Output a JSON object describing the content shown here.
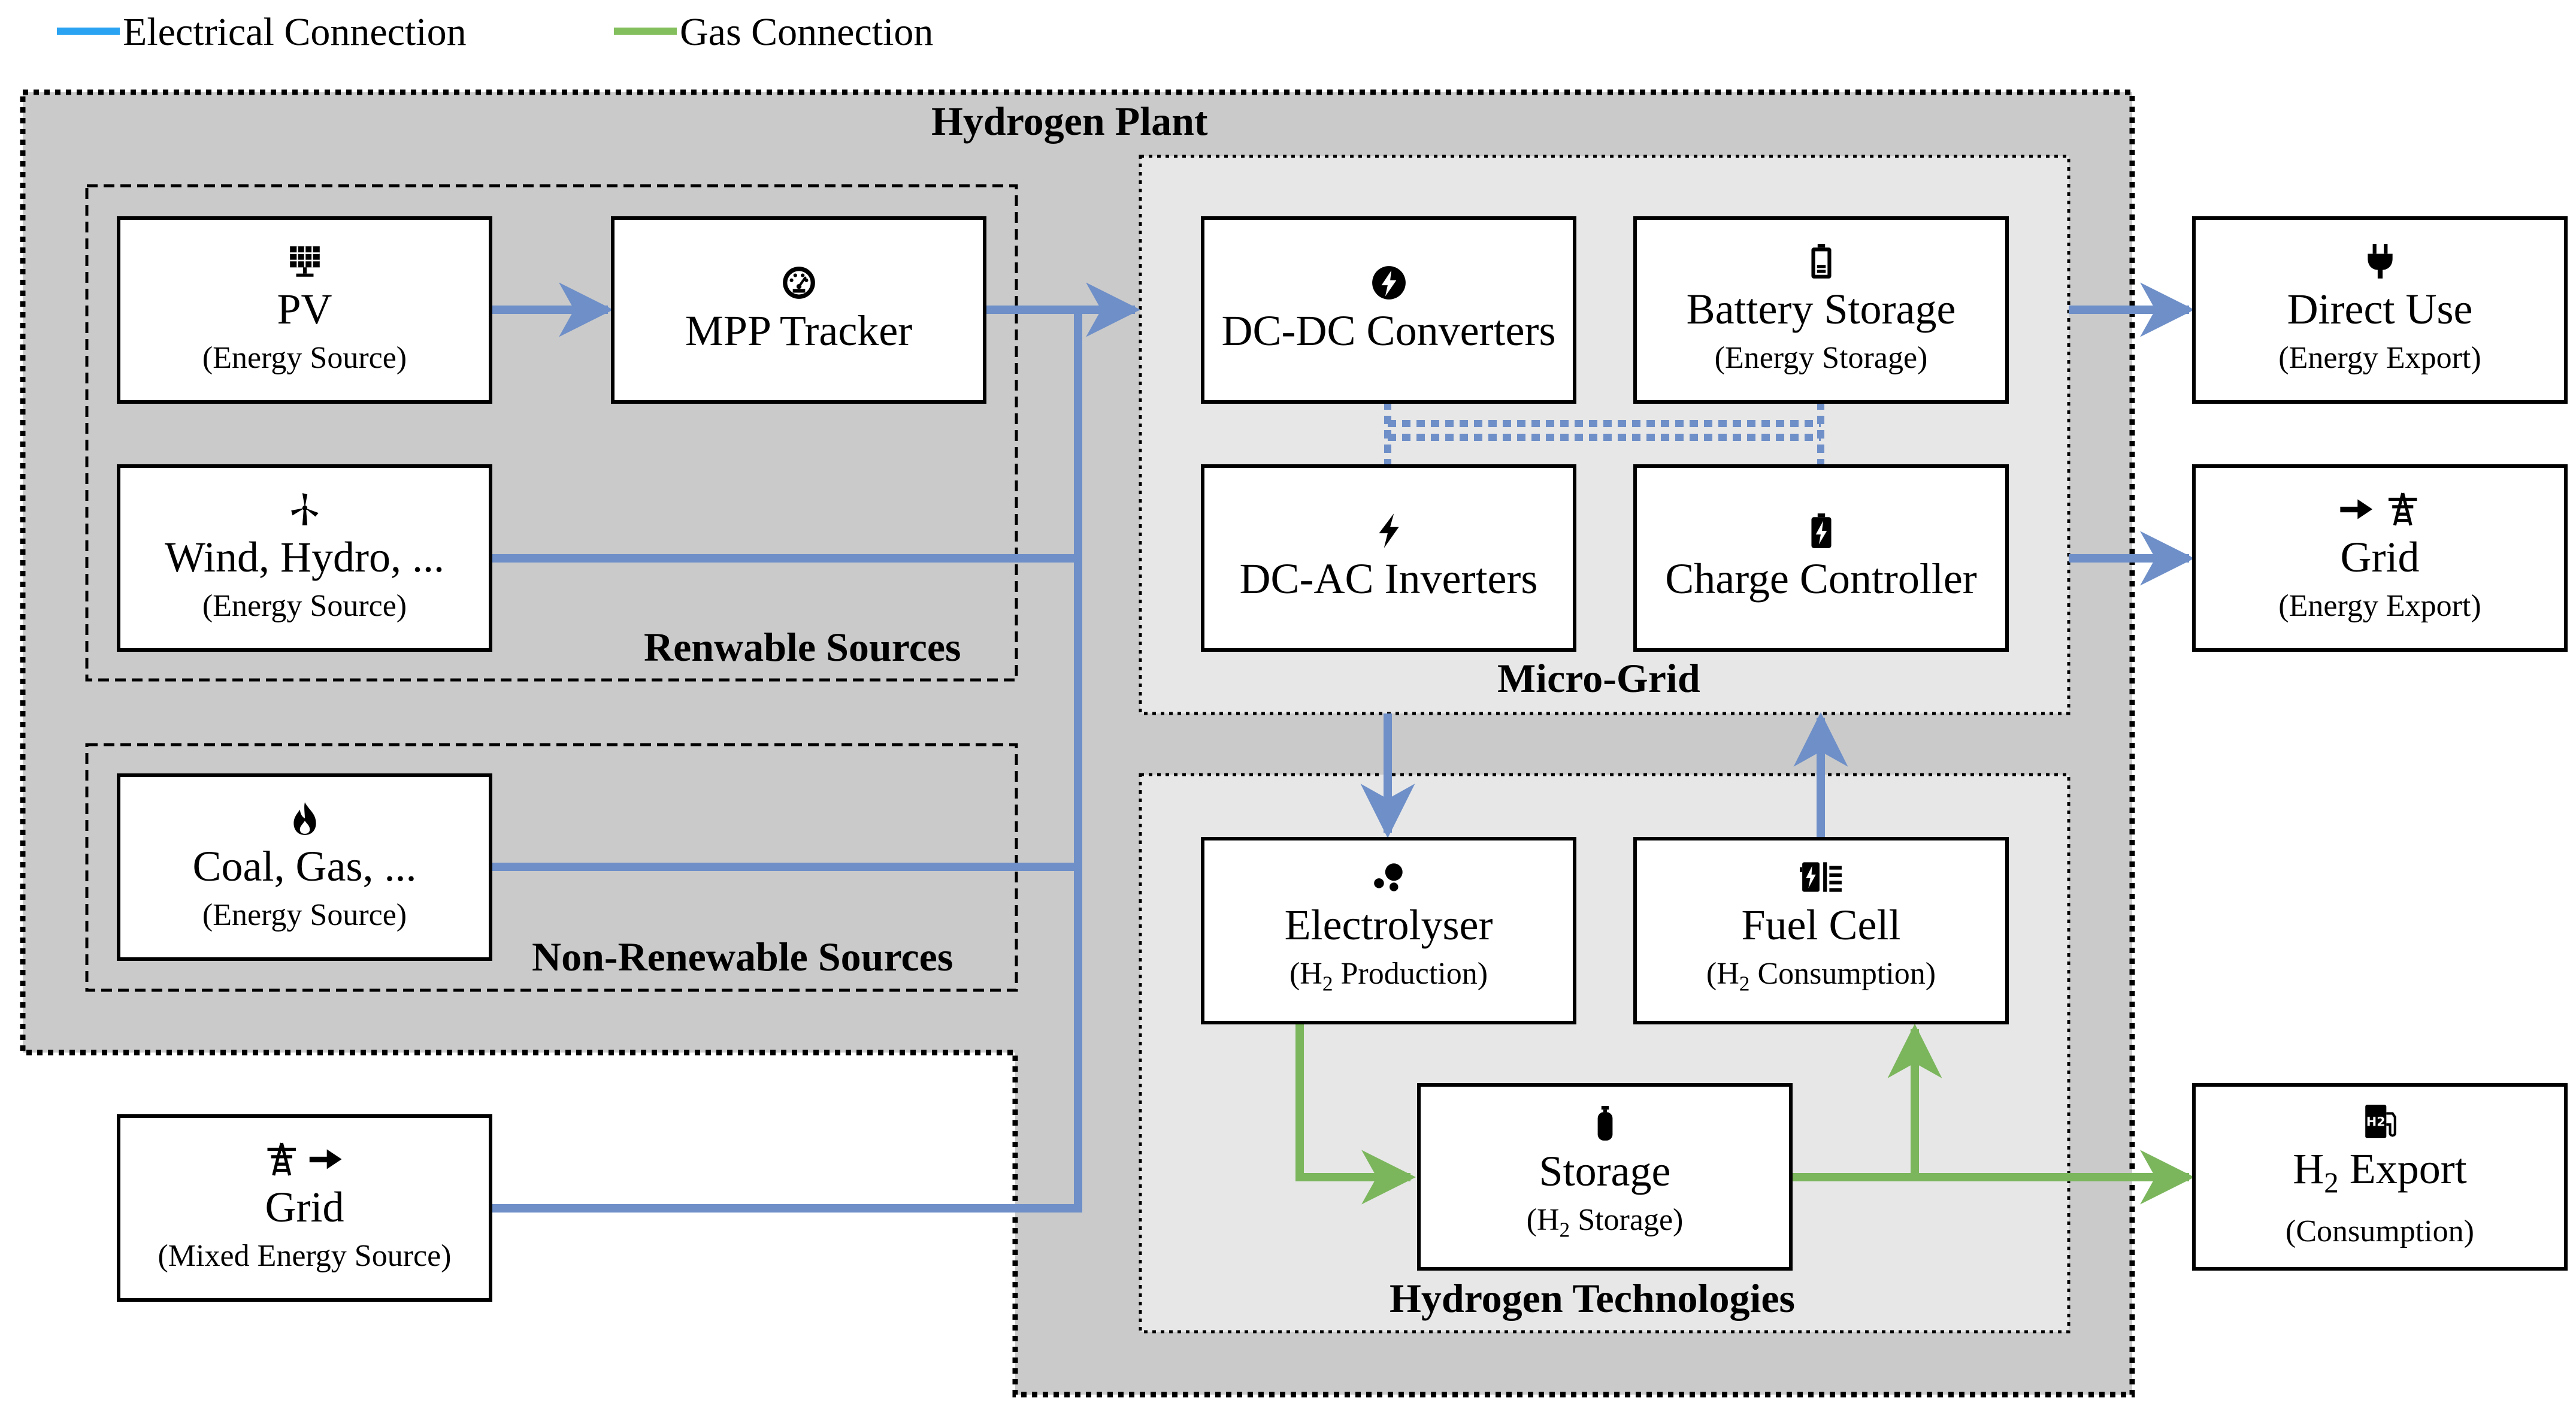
{
  "legend": {
    "electrical": {
      "label": "Electrical Connection",
      "color": "#29A3F2"
    },
    "gas": {
      "label": "Gas Connection",
      "color": "#84BF5D"
    }
  },
  "colors": {
    "electrical_line": "#6E8FC8",
    "gas_line": "#7BB65C",
    "plant_fill": "#CACACA",
    "inner_fill": "#E7E7E7"
  },
  "regions": {
    "hydrogen_plant": "Hydrogen Plant",
    "renewable": "Renwable Sources",
    "non_renewable": "Non-Renewable Sources",
    "micro_grid": "Micro-Grid",
    "hydrogen_tech": "Hydrogen Technologies"
  },
  "nodes": {
    "pv": {
      "title": "PV",
      "sub": "(Energy Source)",
      "icon": "solar-panel-icon"
    },
    "mpp": {
      "title": "MPP Tracker",
      "icon": "gauge-icon"
    },
    "wind": {
      "title": "Wind, Hydro, ...",
      "sub": "(Energy Source)",
      "icon": "wind-turbine-icon"
    },
    "coal": {
      "title": "Coal, Gas, ...",
      "sub": "(Energy Source)",
      "icon": "fire-icon"
    },
    "grid_in": {
      "title": "Grid",
      "sub": "(Mixed Energy Source)",
      "icon": "power-tower-arrow-icon"
    },
    "dcdc": {
      "title": "DC-DC Converters",
      "icon": "bolt-circle-icon"
    },
    "battery": {
      "title": "Battery Storage",
      "sub": "(Energy Storage)",
      "icon": "battery-icon"
    },
    "dcac": {
      "title": "DC-AC Inverters",
      "icon": "bolt-icon"
    },
    "charge": {
      "title": "Charge Controller",
      "icon": "battery-bolt-icon"
    },
    "electrolyser": {
      "title": "Electrolyser",
      "sub_prefix": "(H",
      "sub_sub": "2",
      "sub_suffix": " Production)",
      "icon": "molecule-icon"
    },
    "fuelcell": {
      "title": "Fuel Cell",
      "sub_prefix": "(H",
      "sub_sub": "2",
      "sub_suffix": " Consumption)",
      "icon": "fuel-cell-icon"
    },
    "storage": {
      "title": "Storage",
      "sub_prefix": "(H",
      "sub_sub": "2",
      "sub_suffix": " Storage)",
      "icon": "gas-cylinder-icon"
    },
    "direct_use": {
      "title": "Direct Use",
      "sub": "(Energy Export)",
      "icon": "plug-icon"
    },
    "grid_out": {
      "title": "Grid",
      "sub": "(Energy Export)",
      "icon": "arrow-power-tower-icon"
    },
    "h2_export": {
      "title_prefix": "H",
      "title_sub": "2",
      "title_suffix": " Export",
      "sub": "(Consumption)",
      "icon": "h2-pump-icon"
    }
  }
}
